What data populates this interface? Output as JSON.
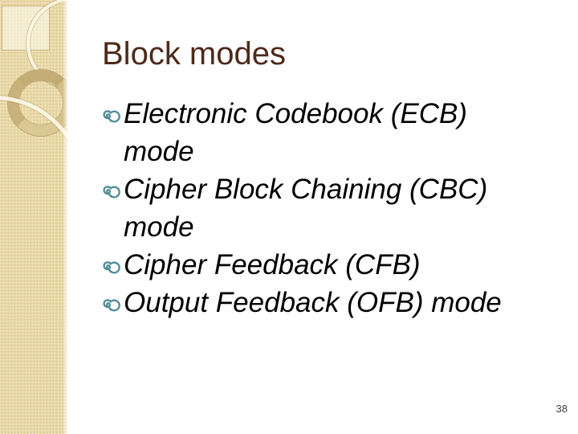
{
  "slide": {
    "title": "Block modes",
    "bullets": [
      "Electronic Codebook (ECB) mode",
      "Cipher Block Chaining (CBC) mode",
      "Cipher Feedback (CFB)",
      "Output Feedback (OFB) mode"
    ],
    "page_number": "38"
  },
  "theme": {
    "background_color": "#FFFFFF",
    "title_color": "#4E2A1B",
    "body_color": "#000000",
    "bullet_glyph_color": "#4E8C96",
    "sidebar_base_color": "#E8D8A4",
    "ring_color": "#CDB87F",
    "page_number_color": "#3D3D3D"
  },
  "icons": {
    "bullet": "teal-swirl-bullet"
  }
}
